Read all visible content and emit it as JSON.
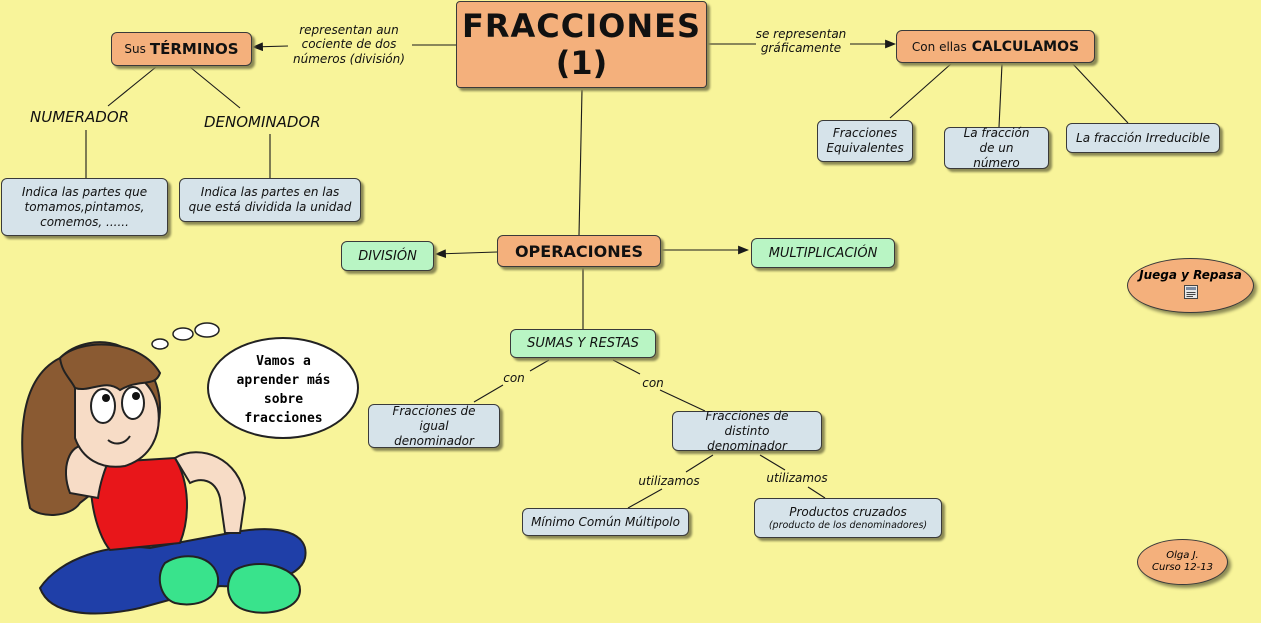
{
  "title": {
    "line1": "FRACCIONES",
    "line2": "(1)"
  },
  "terminos": {
    "prefix": "Sus",
    "strong": "TÉRMINOS"
  },
  "calculamos": {
    "prefix": "Con ellas",
    "strong": "CALCULAMOS"
  },
  "link_labels": {
    "representan": "representan aun cociente de dos números (división)",
    "graficamente": "se representan gráficamente",
    "con_left": "con",
    "con_right": "con",
    "utilizamos_left": "utilizamos",
    "utilizamos_right": "utilizamos"
  },
  "numerador": {
    "label": "NUMERADOR",
    "desc": "Indica las partes que tomamos,pintamos, comemos, ......"
  },
  "denominador": {
    "label": "DENOMINADOR",
    "desc": "Indica las partes en las que está dividida la unidad"
  },
  "calc_items": [
    "Fracciones Equivalentes",
    "La fracción de un número",
    "La fracción Irreducible"
  ],
  "operaciones": "OPERACIONES",
  "division": "DIVISIÓN",
  "multiplicacion": "MULTIPLICACIÓN",
  "sumas_restas": "SUMAS Y RESTAS",
  "igual_den": "Fracciones de igual denominador",
  "distinto_den": "Fracciones de distinto denominador",
  "mcm": "Mínimo Común Múltipolo",
  "productos": {
    "main": "Productos cruzados",
    "sub": "(producto de los denominadores)"
  },
  "juega": "Juega y Repasa",
  "speech": "Vamos a aprender más sobre fracciones",
  "author": {
    "name": "Olga J.",
    "course": "Curso 12-13"
  },
  "icons": [
    "document-icon",
    "girl-illustration"
  ],
  "colors": {
    "background": "#f8f49a",
    "orange_node": "#f4b07c",
    "blue_node": "#d6e3ea",
    "green_node": "#b9f5c4",
    "line": "#1a1a1a"
  }
}
